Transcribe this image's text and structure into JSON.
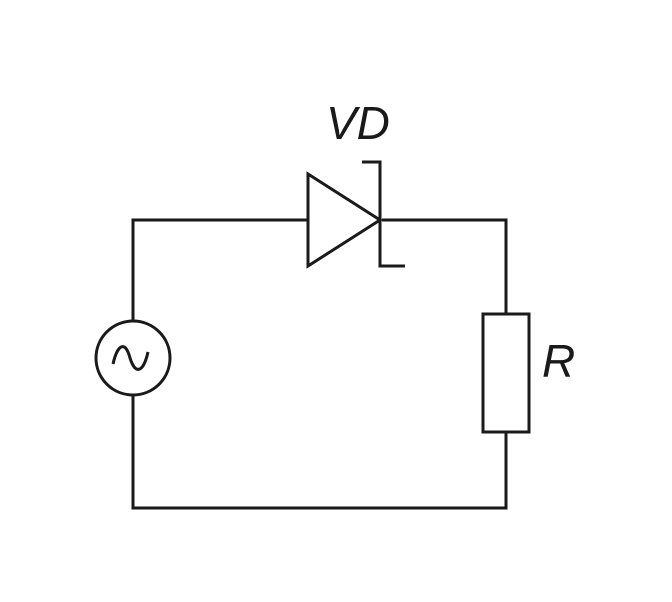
{
  "diagram": {
    "diode_label": "VD",
    "resistor_label": "R",
    "components": [
      {
        "ref": "VD",
        "type": "zener-diode-icon"
      },
      {
        "ref": "R",
        "type": "resistor-icon"
      },
      {
        "ref": "",
        "type": "ac-source-icon"
      }
    ]
  },
  "colors": {
    "line": "#1a1a1a",
    "background": "#ffffff"
  }
}
